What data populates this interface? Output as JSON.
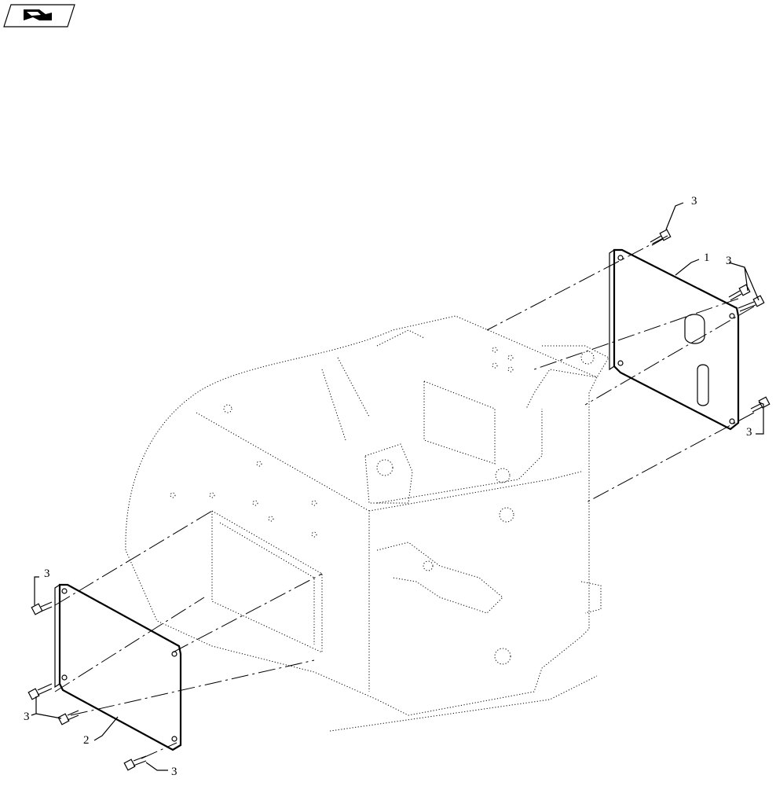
{
  "icon": {
    "name": "book-icon"
  },
  "callouts": {
    "bolt_top": "3",
    "plate_right": "1",
    "bolt_right_pair": "3",
    "bolt_right_lower": "3",
    "bolt_left_top": "3",
    "bolt_left_pair": "3",
    "plate_left": "2",
    "bolt_left_bottom": "3"
  }
}
